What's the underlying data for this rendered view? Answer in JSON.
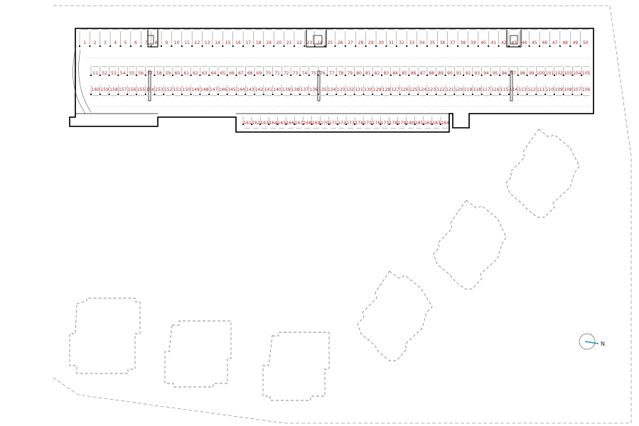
{
  "plan": {
    "compass_label": "N",
    "colors": {
      "wall": "#111111",
      "spot_number": "#b22222",
      "dashed": "#9a9a9a",
      "compass": "#1e90c8"
    },
    "rows": [
      {
        "id": "row-a",
        "numbers": [
          "1",
          "2",
          "3",
          "4",
          "5",
          "6",
          "7",
          "8",
          "9",
          "10",
          "11",
          "12",
          "13",
          "14",
          "15",
          "16",
          "17",
          "18",
          "19",
          "20",
          "21",
          "22",
          "23",
          "24",
          "25",
          "26",
          "27",
          "28",
          "29",
          "30",
          "31",
          "32",
          "33",
          "34",
          "35",
          "36",
          "37",
          "38",
          "39",
          "40",
          "41",
          "42",
          "43",
          "44",
          "45",
          "46",
          "47",
          "48",
          "49",
          "50"
        ]
      },
      {
        "id": "row-b",
        "numbers": [
          "51",
          "52",
          "53",
          "54",
          "55",
          "56",
          "57",
          "58",
          "59",
          "60",
          "61",
          "62",
          "63",
          "64",
          "65",
          "66",
          "67",
          "68",
          "69",
          "70",
          "71",
          "72",
          "73",
          "74",
          "75",
          "76",
          "77",
          "78",
          "79",
          "80",
          "81",
          "82",
          "83",
          "84",
          "85",
          "86",
          "87",
          "88",
          "89",
          "90",
          "91",
          "92",
          "93",
          "94",
          "95",
          "96",
          "97",
          "98",
          "99",
          "100",
          "101",
          "102",
          "103",
          "104",
          "105"
        ]
      },
      {
        "id": "row-c",
        "numbers": [
          "160",
          "159",
          "158",
          "157",
          "156",
          "155",
          "154",
          "153",
          "152",
          "151",
          "150",
          "149",
          "148",
          "147",
          "146",
          "145",
          "144",
          "143",
          "142",
          "141",
          "140",
          "139",
          "138",
          "137",
          "136",
          "135",
          "134",
          "133",
          "132",
          "131",
          "130",
          "129",
          "128",
          "127",
          "126",
          "125",
          "124",
          "123",
          "122",
          "121",
          "120",
          "119",
          "118",
          "117",
          "116",
          "115",
          "114",
          "113",
          "112",
          "111",
          "110",
          "109",
          "108",
          "107",
          "106"
        ]
      },
      {
        "id": "row-d",
        "numbers": [
          "161",
          "162",
          "163",
          "164",
          "165",
          "166",
          "167",
          "168",
          "169",
          "170",
          "171",
          "172",
          "173",
          "174",
          "175",
          "176",
          "177",
          "178",
          "179",
          "180",
          "181",
          "182",
          "183",
          "184"
        ]
      }
    ]
  }
}
